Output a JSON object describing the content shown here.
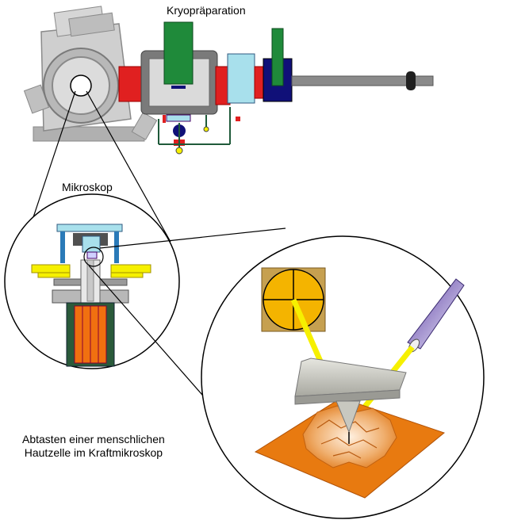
{
  "labels": {
    "cryo_preparation": "Kryopräparation",
    "microscope": "Mikroskop",
    "scanning_line1": "Abtasten einer menschlichen",
    "scanning_line2": "Hautzelle im Kraftmikroskop"
  },
  "colors": {
    "chamber_grey": "#c8c8c8",
    "chamber_dark": "#7a7a7a",
    "flange_red": "#e02020",
    "valve_green": "#1f8a3a",
    "light_blue": "#a8e0ec",
    "navy": "#101078",
    "laser_yellow": "#f6f000",
    "detector_gold": "#f4b400",
    "sample_orange": "#e87a10",
    "scanner_orange": "#f07010",
    "laser_purple": "#6a4aa8"
  },
  "icons": [
    "vacuum-chamber-icon",
    "cryo-preparation-chamber-icon",
    "transfer-rod-icon",
    "microscope-cross-section-icon",
    "photodiode-detector-icon",
    "laser-diode-icon",
    "cantilever-icon",
    "skin-cell-surface-icon"
  ]
}
